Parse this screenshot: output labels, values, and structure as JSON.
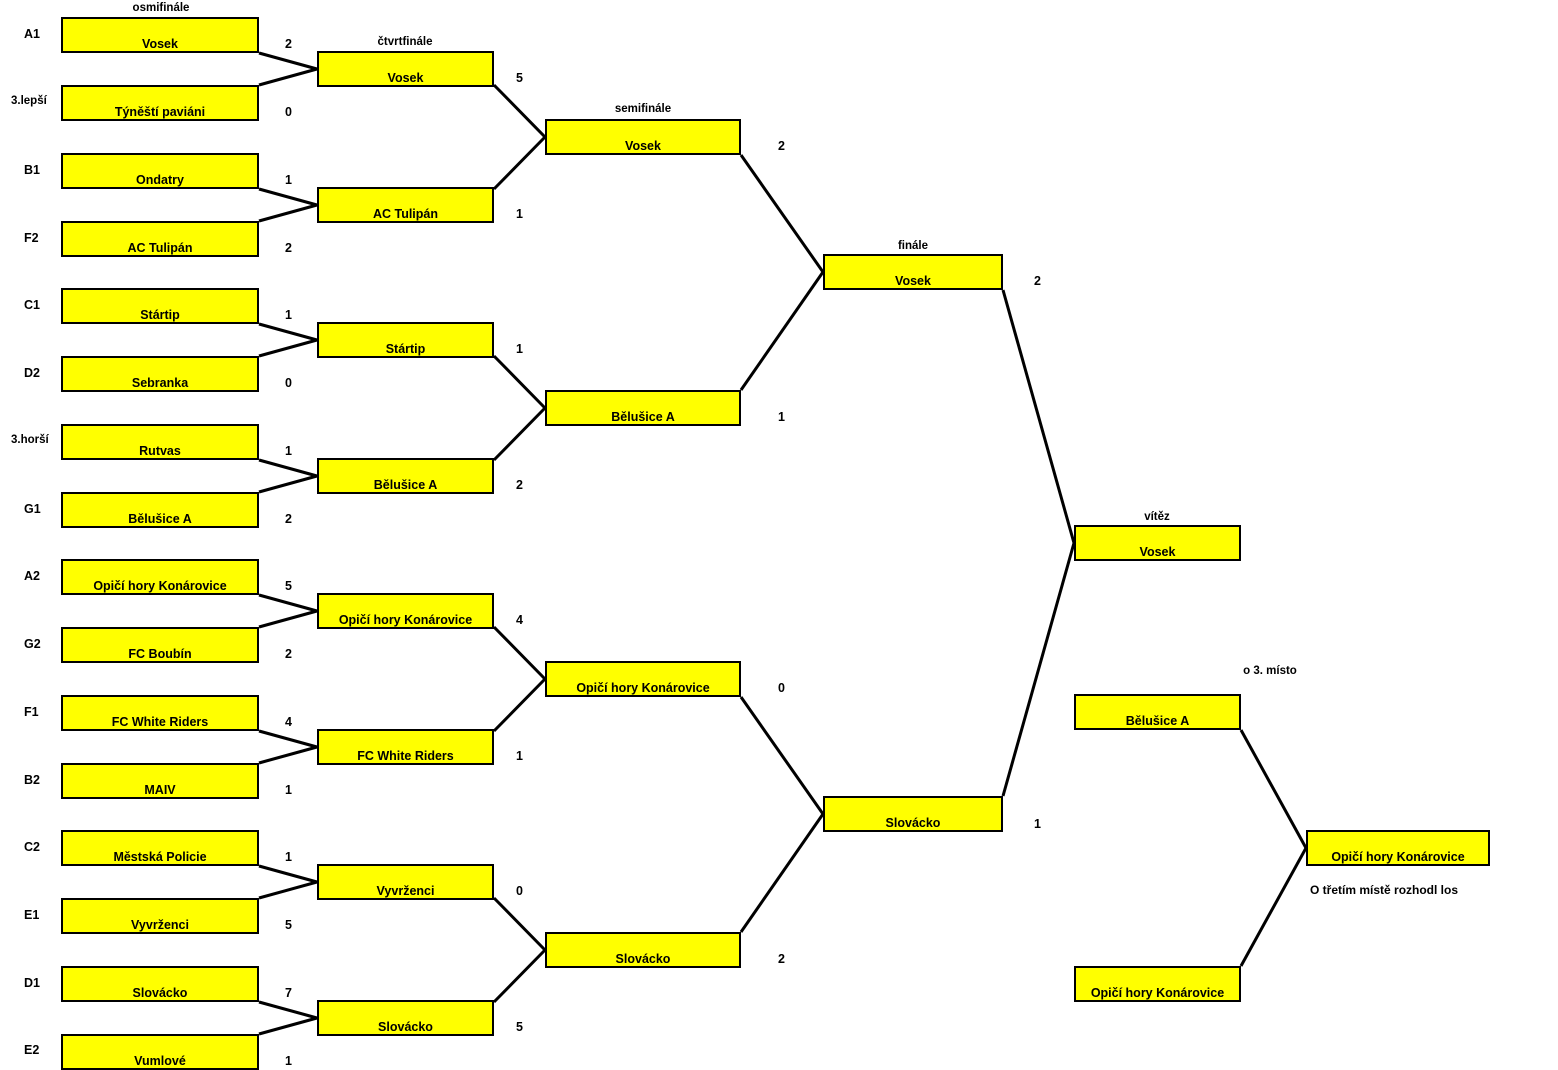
{
  "headers": {
    "r16": "osmifinále",
    "qf": "čtvrtfinále",
    "sf": "semifinále",
    "final": "finále",
    "winner": "vítěz",
    "third": "o 3. místo"
  },
  "seeds": [
    "A1",
    "3.lepší",
    "B1",
    "F2",
    "C1",
    "D2",
    "3.horší",
    "G1",
    "A2",
    "G2",
    "F1",
    "B2",
    "C2",
    "E1",
    "D1",
    "E2"
  ],
  "r16": [
    {
      "team": "Vosek",
      "score": "2"
    },
    {
      "team": "Týněští paviáni",
      "score": "0"
    },
    {
      "team": "Ondatry",
      "score": "1"
    },
    {
      "team": "AC Tulipán",
      "score": "2"
    },
    {
      "team": "Stártip",
      "score": "1"
    },
    {
      "team": "Sebranka",
      "score": "0"
    },
    {
      "team": "Rutvas",
      "score": "1"
    },
    {
      "team": "Bělušice A",
      "score": "2"
    },
    {
      "team": "Opičí hory Konárovice",
      "score": "5"
    },
    {
      "team": "FC Boubín",
      "score": "2"
    },
    {
      "team": "FC White Riders",
      "score": "4"
    },
    {
      "team": "MAIV",
      "score": "1"
    },
    {
      "team": "Městská Policie",
      "score": "1"
    },
    {
      "team": "Vyvrženci",
      "score": "5"
    },
    {
      "team": "Slovácko",
      "score": "7"
    },
    {
      "team": "Vumlové",
      "score": "1"
    }
  ],
  "qf": [
    {
      "team": "Vosek",
      "score": "5"
    },
    {
      "team": "AC Tulipán",
      "score": "1"
    },
    {
      "team": "Stártip",
      "score": "1"
    },
    {
      "team": "Bělušice A",
      "score": "2"
    },
    {
      "team": "Opičí hory Konárovice",
      "score": "4"
    },
    {
      "team": "FC White Riders",
      "score": "1"
    },
    {
      "team": "Vyvrženci",
      "score": "0"
    },
    {
      "team": "Slovácko",
      "score": "5"
    }
  ],
  "sf": [
    {
      "team": "Vosek",
      "score": "2"
    },
    {
      "team": "Bělušice A",
      "score": "1"
    },
    {
      "team": "Opičí hory Konárovice",
      "score": "0"
    },
    {
      "team": "Slovácko",
      "score": "2"
    }
  ],
  "final": [
    {
      "team": "Vosek",
      "score": "2"
    },
    {
      "team": "Slovácko",
      "score": "1"
    }
  ],
  "winner": {
    "team": "Vosek"
  },
  "third_place": {
    "teams": [
      "Bělušice A",
      "Opičí hory Konárovice"
    ],
    "result": "Opičí hory Konárovice",
    "note": "O třetím místě rozhodl los"
  },
  "colors": {
    "box_fill": "#ffff00",
    "box_border": "#000000",
    "line": "#000000"
  }
}
